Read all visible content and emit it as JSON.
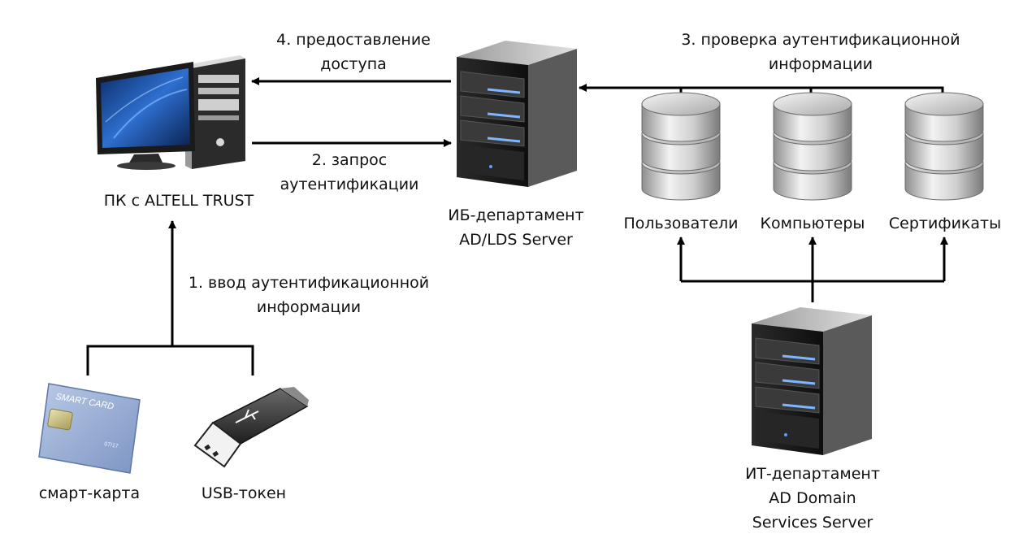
{
  "nodes": {
    "pc": {
      "label": "ПК с ALTELL TRUST"
    },
    "ib_server": {
      "line1": "ИБ-департамент",
      "line2": "AD/LDS Server"
    },
    "db_users": {
      "label": "Пользователи"
    },
    "db_computers": {
      "label": "Компьютеры"
    },
    "db_certs": {
      "label": "Сертификаты"
    },
    "it_server": {
      "line1": "ИТ-департамент",
      "line2": "AD Domain",
      "line3": "Services Server"
    },
    "smart_card": {
      "label": "смарт-карта",
      "card_text": "SMART CARD",
      "card_number": "07/17"
    },
    "usb_token": {
      "label": "USB-токен"
    }
  },
  "edges": {
    "step1": {
      "line1": "1. ввод аутентификационной",
      "line2": "информации"
    },
    "step2": {
      "line1": "2. запрос",
      "line2": "аутентификации"
    },
    "step3": {
      "line1": "3. проверка аутентификационной",
      "line2": "информации"
    },
    "step4": {
      "line1": "4. предоставление",
      "line2": "доступа"
    }
  },
  "colors": {
    "line": "#000000",
    "server_body": "#1c1c1c",
    "server_light": "#7fb6ff",
    "screen": "#1b4f9e",
    "card": "#9fb4d6",
    "db": "#bdbdbd"
  }
}
